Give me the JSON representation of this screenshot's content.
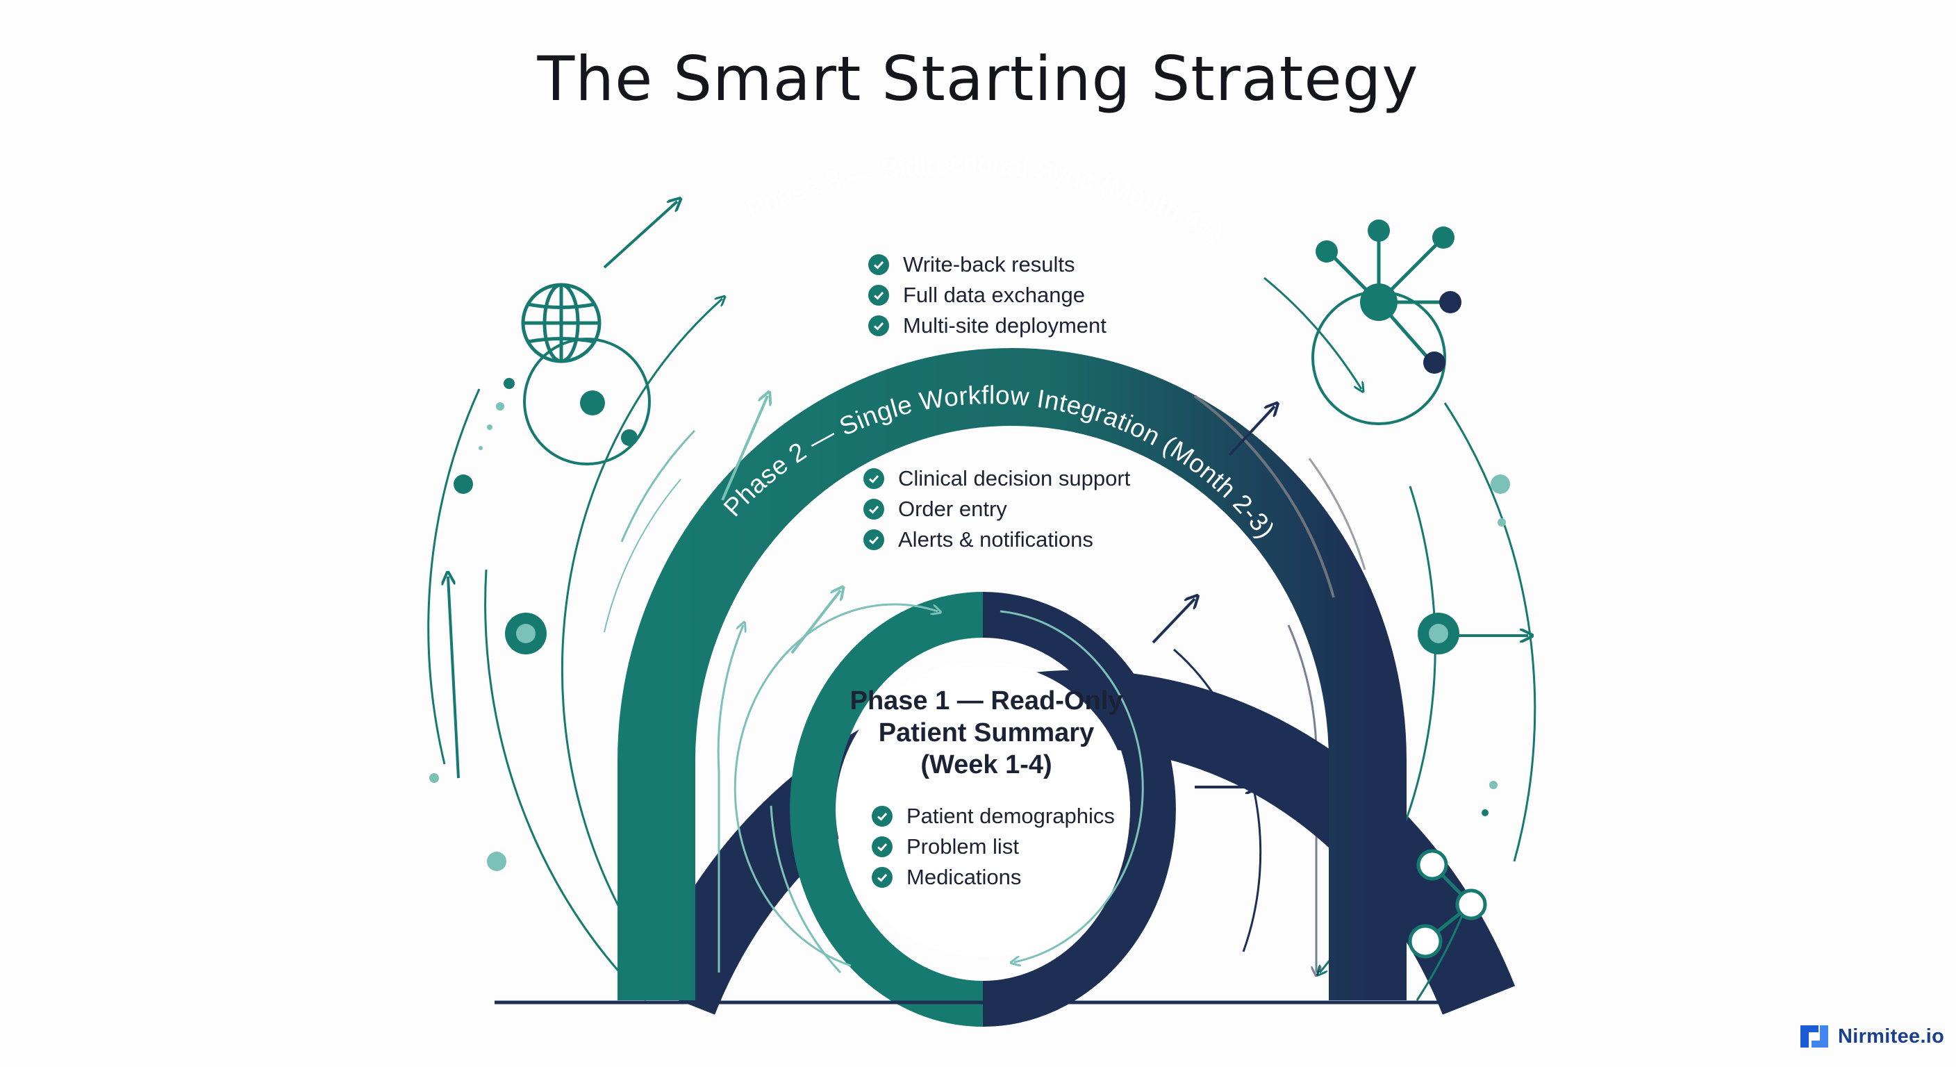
{
  "title": "The Smart Starting Strategy",
  "colors": {
    "navy": "#1d2f55",
    "teal": "#177a70",
    "light_teal": "#7cc1b8",
    "gray": "#6d747c",
    "text": "#1b2233",
    "brand_blue": "#1a5cd6"
  },
  "phases": [
    {
      "label": "Phase 3 — Bidirectional Sync (Month 4+)",
      "items": [
        "Write-back results",
        "Full data exchange",
        "Multi-site deployment"
      ]
    },
    {
      "label": "Phase 2 — Single Workflow Integration (Month 2-3)",
      "items": [
        "Clinical decision support",
        "Order entry",
        "Alerts & notifications"
      ]
    },
    {
      "title_lines": [
        "Phase 1 — Read-Only",
        "Patient Summary",
        "(Week 1-4)"
      ],
      "items": [
        "Patient demographics",
        "Problem list",
        "Medications"
      ]
    }
  ],
  "icons": {
    "left_top": "globe-icon",
    "right_top": "network-hub-icon",
    "right_bottom": "connected-nodes-icon",
    "check": "check-circle-icon"
  },
  "brand": {
    "name": "Nirmitee.io"
  }
}
